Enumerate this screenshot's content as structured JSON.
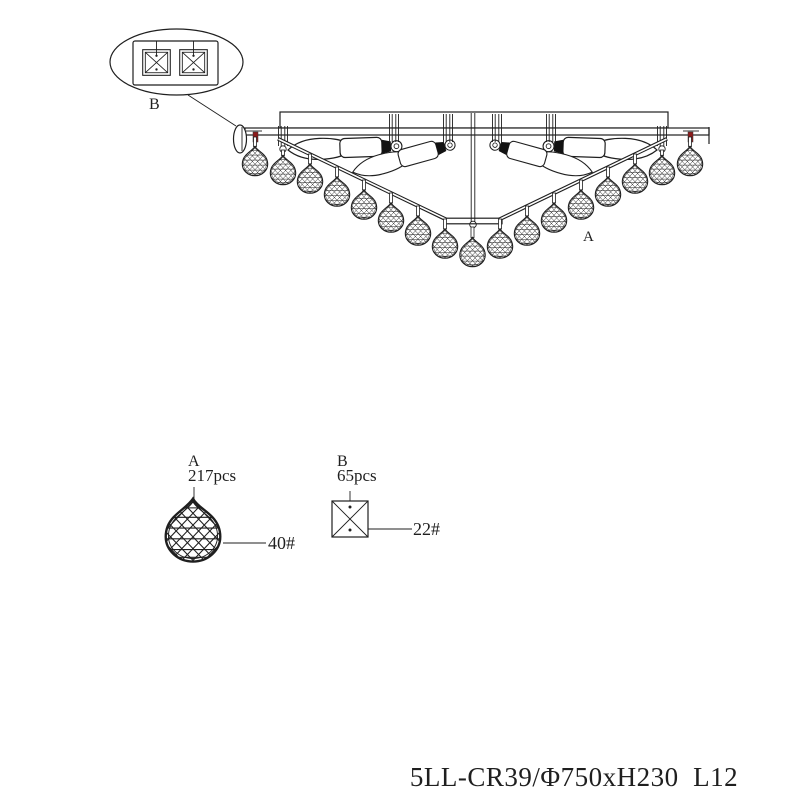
{
  "drawing": {
    "callout": {
      "label": "B"
    },
    "assembly_label": "A",
    "detail_a": {
      "label": "A",
      "quantity": "217pcs",
      "spec": "40#"
    },
    "detail_b": {
      "label": "B",
      "quantity": "65pcs",
      "spec": "22#"
    },
    "product_code": "5LL-CR39/Φ750xH230  L12",
    "colors": {
      "line": "#1f1f1f",
      "plug_red": "#8e1b1b"
    }
  }
}
